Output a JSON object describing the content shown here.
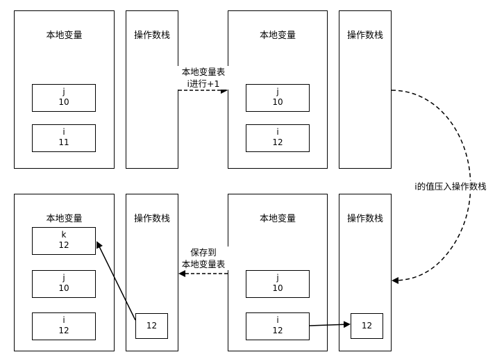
{
  "panels": {
    "top_left": {
      "locals_title": "本地变量",
      "stack_title": "操作数栈",
      "vars": [
        {
          "name": "j",
          "value": "10"
        },
        {
          "name": "i",
          "value": "11"
        }
      ]
    },
    "top_right": {
      "locals_title": "本地变量",
      "stack_title": "操作数栈",
      "vars": [
        {
          "name": "j",
          "value": "10"
        },
        {
          "name": "i",
          "value": "12"
        }
      ]
    },
    "bottom_left": {
      "locals_title": "本地变量",
      "stack_title": "操作数栈",
      "vars": [
        {
          "name": "k",
          "value": "12"
        },
        {
          "name": "j",
          "value": "10"
        },
        {
          "name": "i",
          "value": "12"
        }
      ],
      "stack_value": "12"
    },
    "bottom_right": {
      "locals_title": "本地变量",
      "stack_title": "操作数栈",
      "vars": [
        {
          "name": "j",
          "value": "10"
        },
        {
          "name": "i",
          "value": "12"
        }
      ],
      "stack_value": "12"
    }
  },
  "edges": {
    "increment": {
      "line1": "本地变量表",
      "line2": "i进行+1"
    },
    "push": {
      "text": "i的值压入操作数栈"
    },
    "store": {
      "line1": "保存到",
      "line2": "本地变量表"
    }
  }
}
